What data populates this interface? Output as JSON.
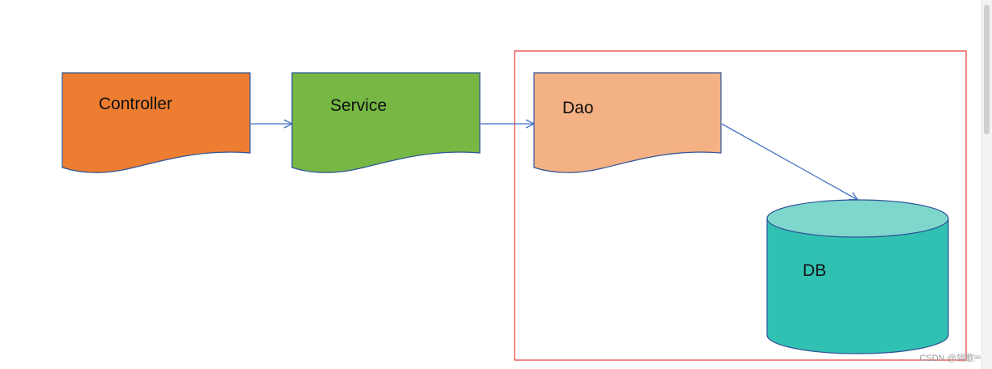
{
  "diagram": {
    "nodes": {
      "controller": {
        "label": "Controller",
        "fill": "#ED7D31"
      },
      "service": {
        "label": "Service",
        "fill": "#76B843"
      },
      "dao": {
        "label": "Dao",
        "fill": "#F4B183"
      },
      "db": {
        "label": "DB",
        "body_fill": "#31C1B3",
        "top_fill": "#7ED6CC"
      }
    },
    "edges": [
      {
        "from": "Controller",
        "to": "Service"
      },
      {
        "from": "Service",
        "to": "Dao"
      },
      {
        "from": "Dao",
        "to": "DB"
      }
    ],
    "colors": {
      "node_stroke": "#2F5597",
      "edge_stroke": "#4472C4",
      "group_frame": "#E8393A"
    }
  },
  "watermark": {
    "text": "CSDN @翎歌ᵃᵃ"
  }
}
